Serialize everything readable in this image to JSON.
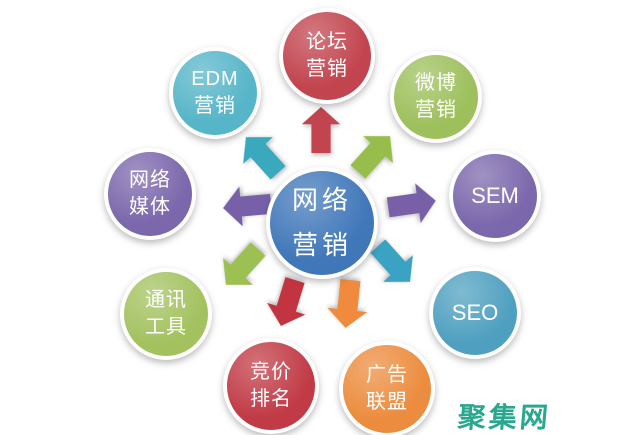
{
  "diagram": {
    "title_semantic": "network-marketing-channels-diagram",
    "center": {
      "label": "网络\n营销",
      "color": "#4077B9"
    },
    "nodes": [
      {
        "id": "forum-marketing",
        "label": "论坛\n营销",
        "color": "#C2444E"
      },
      {
        "id": "edm-marketing",
        "label": "EDM\n营销",
        "color": "#56B5C8"
      },
      {
        "id": "weibo-marketing",
        "label": "微博\n营销",
        "color": "#9DC05C"
      },
      {
        "id": "network-media",
        "label": "网络\n媒体",
        "color": "#7B67AC"
      },
      {
        "id": "sem",
        "label": "SEM",
        "color": "#7B67AC"
      },
      {
        "id": "im-tools",
        "label": "通讯\n工具",
        "color": "#A3C25F"
      },
      {
        "id": "seo",
        "label": "SEO",
        "color": "#4FA0C0"
      },
      {
        "id": "paid-ranking",
        "label": "竞价\n排名",
        "color": "#C13B46"
      },
      {
        "id": "ad-alliance",
        "label": "广告\n联盟",
        "color": "#EC8C3E"
      }
    ],
    "arrows": [
      {
        "direction": "up",
        "color": "#C2444E"
      },
      {
        "direction": "up-left",
        "color": "#3AA9BE"
      },
      {
        "direction": "up-right",
        "color": "#97BE4A"
      },
      {
        "direction": "left",
        "color": "#7760A8"
      },
      {
        "direction": "right",
        "color": "#7760A8"
      },
      {
        "direction": "down-left",
        "color": "#9CC052"
      },
      {
        "direction": "down-right",
        "color": "#3AA2C2"
      },
      {
        "direction": "down",
        "color": "#C23540"
      },
      {
        "direction": "down",
        "color": "#F08A3C"
      }
    ],
    "watermark": {
      "text": "聚集网",
      "color": "#29A88F"
    }
  }
}
